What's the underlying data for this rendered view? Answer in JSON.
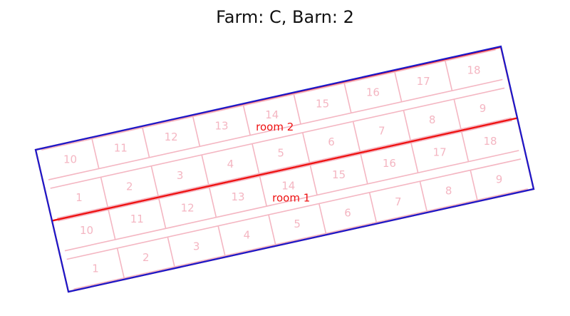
{
  "title": "Farm: C, Barn: 2",
  "colors": {
    "barn_outline": "#1a1acc",
    "room_outline": "#ee1111",
    "pen_lines": "#f4b6c2",
    "pen_text": "#f4b6c2",
    "room_text": "#ee1111"
  },
  "rooms": [
    {
      "label": "room 1",
      "rows": [
        [
          "1",
          "2",
          "3",
          "4",
          "5",
          "6",
          "7",
          "8",
          "9"
        ],
        [
          "10",
          "11",
          "12",
          "13",
          "14",
          "15",
          "16",
          "17",
          "18"
        ]
      ]
    },
    {
      "label": "room 2",
      "rows": [
        [
          "1",
          "2",
          "3",
          "4",
          "5",
          "6",
          "7",
          "8",
          "9"
        ],
        [
          "10",
          "11",
          "12",
          "13",
          "14",
          "15",
          "16",
          "17",
          "18"
        ]
      ]
    }
  ]
}
